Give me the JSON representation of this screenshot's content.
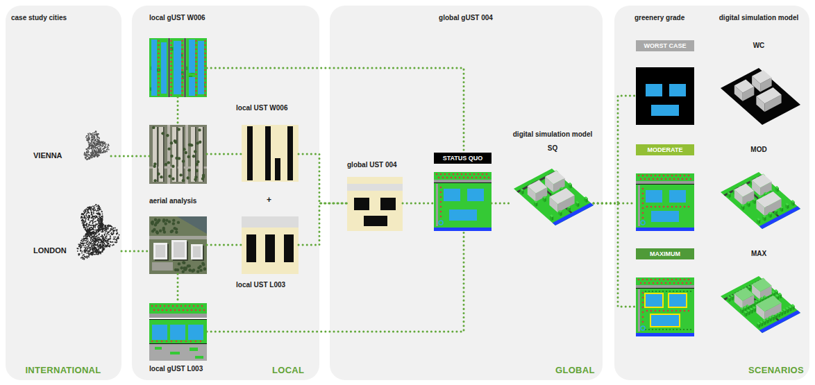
{
  "diagram": {
    "nodes": [
      {
        "text": [
          "case study cities",
          "INTERNATIONAL"
        ]
      },
      {
        "text": [
          "VIENNA"
        ],
        "in": 0
      },
      {
        "text": [
          "LONDON"
        ],
        "in": 0
      },
      {
        "text": [
          "LOCAL"
        ]
      },
      {
        "text": [
          "local gUST W006"
        ],
        "in": 3
      },
      {
        "text": [],
        "in": 3
      },
      {
        "text": [
          "aerial analysis"
        ],
        "in": 3
      },
      {
        "text": [
          "local gUST L003"
        ],
        "in": 3
      },
      {
        "text": [
          "local UST W006"
        ],
        "in": 3
      },
      {
        "text": [
          "local UST L003"
        ],
        "in": 3
      },
      {
        "text": [
          "global gUST 004",
          "GLOBAL"
        ]
      },
      {
        "text": [
          "global UST 004"
        ],
        "in": 10
      },
      {
        "text": [
          "STATUS QUO"
        ],
        "in": 10
      },
      {
        "text": [
          "digital simulation model",
          "SQ"
        ],
        "in": 10
      },
      {
        "text": [
          "greenery grade",
          "digital simulation model",
          "SCENARIOS"
        ]
      },
      {
        "text": [
          "WORST CASE"
        ],
        "in": 14
      },
      {
        "text": [
          "WC"
        ],
        "in": 14
      },
      {
        "text": [
          "MODERATE"
        ],
        "in": 14
      },
      {
        "text": [
          "MOD"
        ],
        "in": 14
      },
      {
        "text": [
          "MAXIMUM"
        ],
        "in": 14
      },
      {
        "text": [
          "MAX"
        ],
        "in": 14
      }
    ],
    "edges": [
      {
        "from": 1,
        "to": 5,
        "arrow": "none"
      },
      {
        "from": 2,
        "to": 6,
        "arrow": "none"
      },
      {
        "from": 4,
        "to": 5,
        "arrow": "none"
      },
      {
        "from": 6,
        "to": 7,
        "arrow": "none"
      },
      {
        "from": 5,
        "to": 8,
        "arrow": "none"
      },
      {
        "from": 6,
        "to": 9,
        "arrow": "none"
      },
      {
        "from": 8,
        "to": 11,
        "arrow": "none"
      },
      {
        "from": 9,
        "to": 11,
        "arrow": "none"
      },
      {
        "from": 4,
        "to": 12,
        "arrow": "none"
      },
      {
        "from": 7,
        "to": 12,
        "arrow": "none"
      },
      {
        "from": 11,
        "to": 12,
        "arrow": "none"
      },
      {
        "from": 12,
        "to": 13,
        "arrow": "none"
      },
      {
        "from": 13,
        "to": 15,
        "arrow": "none"
      },
      {
        "from": 13,
        "to": 17,
        "arrow": "none"
      },
      {
        "from": 13,
        "to": 19,
        "arrow": "none"
      }
    ],
    "labels": [
      "+"
    ]
  }
}
